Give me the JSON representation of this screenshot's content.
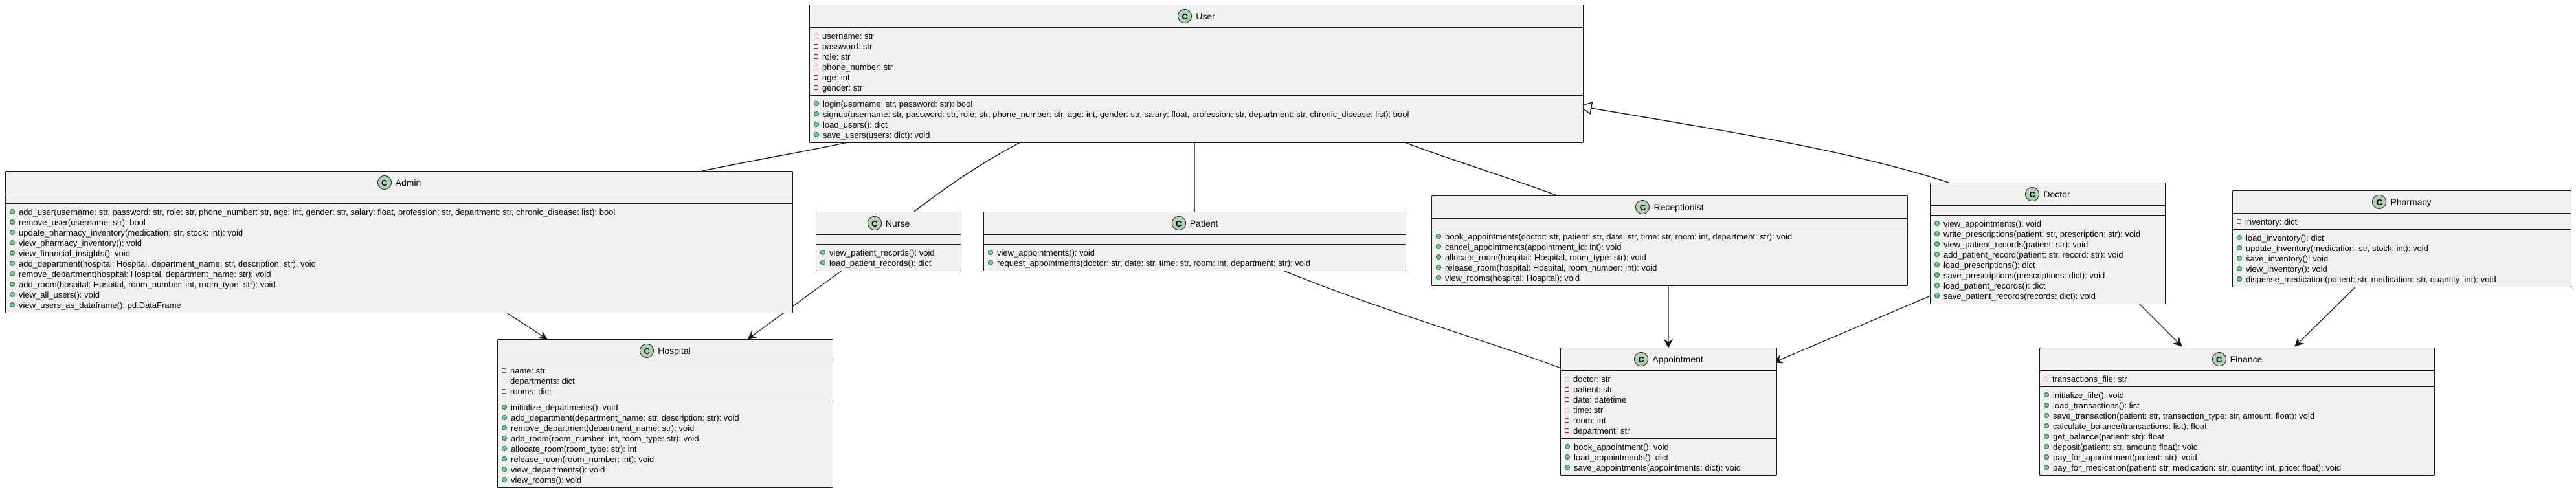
{
  "classes": {
    "user": {
      "name": "User",
      "stereotype": "C",
      "attributes": [
        {
          "vis": "private",
          "text": "username: str"
        },
        {
          "vis": "private",
          "text": "password: str"
        },
        {
          "vis": "private",
          "text": "role:  str"
        },
        {
          "vis": "private",
          "text": "phone_number: str"
        },
        {
          "vis": "private",
          "text": "age:  int"
        },
        {
          "vis": "private",
          "text": "gender:  str"
        }
      ],
      "methods": [
        {
          "vis": "public",
          "text": "login(username: str, password: str): bool"
        },
        {
          "vis": "public",
          "text": "signup(username: str, password: str, role: str, phone_number: str, age: int, gender: str, salary: float, profession: str, department: str, chronic_disease: list): bool"
        },
        {
          "vis": "public",
          "text": "load_users(): dict"
        },
        {
          "vis": "public",
          "text": "save_users(users: dict): void"
        }
      ]
    },
    "admin": {
      "name": "Admin",
      "stereotype": "C",
      "attributes": [],
      "methods": [
        {
          "vis": "public",
          "text": "add_user(username: str, password: str, role: str, phone_number: str, age: int, gender: str, salary: float, profession: str, department: str, chronic_disease: list): bool"
        },
        {
          "vis": "public",
          "text": "remove_user(username: str): bool"
        },
        {
          "vis": "public",
          "text": "update_pharmacy_inventory(medication: str, stock: int): void"
        },
        {
          "vis": "public",
          "text": "view_pharmacy_inventory(): void"
        },
        {
          "vis": "public",
          "text": "view_financial_insights(): void"
        },
        {
          "vis": "public",
          "text": "add_department(hospital: Hospital, department_name: str, description: str): void"
        },
        {
          "vis": "public",
          "text": "remove_department(hospital: Hospital, department_name: str): void"
        },
        {
          "vis": "public",
          "text": "add_room(hospital: Hospital, room_number: int, room_type: str): void"
        },
        {
          "vis": "public",
          "text": "view_all_users(): void"
        },
        {
          "vis": "public",
          "text": "view_users_as_dataframe(): pd.DataFrame"
        }
      ]
    },
    "nurse": {
      "name": "Nurse",
      "stereotype": "C",
      "attributes": [],
      "methods": [
        {
          "vis": "public",
          "text": "view_patient_records(): void"
        },
        {
          "vis": "public",
          "text": "load_patient_records(): dict"
        }
      ]
    },
    "patient": {
      "name": "Patient",
      "stereotype": "C",
      "attributes": [],
      "methods": [
        {
          "vis": "public",
          "text": "view_appointments(): void"
        },
        {
          "vis": "public",
          "text": "request_appointments(doctor: str, date: str, time: str, room: int, department: str): void"
        }
      ]
    },
    "receptionist": {
      "name": "Receptionist",
      "stereotype": "C",
      "attributes": [],
      "methods": [
        {
          "vis": "public",
          "text": "book_appointments(doctor: str, patient: str, date: str, time: str, room: int, department: str): void"
        },
        {
          "vis": "public",
          "text": "cancel_appointments(appointment_id: int): void"
        },
        {
          "vis": "public",
          "text": "allocate_room(hospital: Hospital, room_type: str): void"
        },
        {
          "vis": "public",
          "text": "release_room(hospital: Hospital, room_number: int): void"
        },
        {
          "vis": "public",
          "text": "view_rooms(hospital: Hospital): void"
        }
      ]
    },
    "doctor": {
      "name": "Doctor",
      "stereotype": "C",
      "attributes": [],
      "methods": [
        {
          "vis": "public",
          "text": "view_appointments(): void"
        },
        {
          "vis": "public",
          "text": "write_prescriptions(patient: str, prescription: str): void"
        },
        {
          "vis": "public",
          "text": "view_patient_records(patient: str): void"
        },
        {
          "vis": "public",
          "text": "add_patient_record(patient: str, record: str): void"
        },
        {
          "vis": "public",
          "text": "load_prescriptions(): dict"
        },
        {
          "vis": "public",
          "text": "save_prescriptions(prescriptions: dict): void"
        },
        {
          "vis": "public",
          "text": "load_patient_records(): dict"
        },
        {
          "vis": "public",
          "text": "save_patient_records(records: dict): void"
        }
      ]
    },
    "pharmacy": {
      "name": "Pharmacy",
      "stereotype": "C",
      "attributes": [
        {
          "vis": "private",
          "text": "inventory:  dict"
        }
      ],
      "methods": [
        {
          "vis": "public",
          "text": "load_inventory(): dict"
        },
        {
          "vis": "public",
          "text": "update_inventory(medication: str, stock: int): void"
        },
        {
          "vis": "public",
          "text": "save_inventory(): void"
        },
        {
          "vis": "public",
          "text": "view_inventory(): void"
        },
        {
          "vis": "public",
          "text": "dispense_medication(patient: str, medication: str, quantity: int): void"
        }
      ]
    },
    "hospital": {
      "name": "Hospital",
      "stereotype": "C",
      "attributes": [
        {
          "vis": "private",
          "text": "name:  str"
        },
        {
          "vis": "private",
          "text": "departments:  dict"
        },
        {
          "vis": "private",
          "text": "rooms:  dict"
        }
      ],
      "methods": [
        {
          "vis": "public",
          "text": "initialize_departments(): void"
        },
        {
          "vis": "public",
          "text": "add_department(department_name: str, description: str): void"
        },
        {
          "vis": "public",
          "text": "remove_department(department_name: str): void"
        },
        {
          "vis": "public",
          "text": "add_room(room_number: int, room_type: str): void"
        },
        {
          "vis": "public",
          "text": "allocate_room(room_type: str): int"
        },
        {
          "vis": "public",
          "text": "release_room(room_number: int): void"
        },
        {
          "vis": "public",
          "text": "view_departments(): void"
        },
        {
          "vis": "public",
          "text": "view_rooms(): void"
        }
      ]
    },
    "appointment": {
      "name": "Appointment",
      "stereotype": "C",
      "attributes": [
        {
          "vis": "private",
          "text": "doctor:  str"
        },
        {
          "vis": "private",
          "text": "patient:  str"
        },
        {
          "vis": "private",
          "text": "date:  datetime"
        },
        {
          "vis": "private",
          "text": "time:  str"
        },
        {
          "vis": "private",
          "text": "room:  int"
        },
        {
          "vis": "private",
          "text": "department:  str"
        }
      ],
      "methods": [
        {
          "vis": "public",
          "text": "book_appointment(): void"
        },
        {
          "vis": "public",
          "text": "load_appointments(): dict"
        },
        {
          "vis": "public",
          "text": "save_appointments(appointments: dict): void"
        }
      ]
    },
    "finance": {
      "name": "Finance",
      "stereotype": "C",
      "attributes": [
        {
          "vis": "private",
          "text": "transactions_file:  str"
        }
      ],
      "methods": [
        {
          "vis": "public",
          "text": "initialize_file(): void"
        },
        {
          "vis": "public",
          "text": "load_transactions(): list"
        },
        {
          "vis": "public",
          "text": "save_transaction(patient: str, transaction_type: str, amount: float): void"
        },
        {
          "vis": "public",
          "text": "calculate_balance(transactions: list): float"
        },
        {
          "vis": "public",
          "text": "get_balance(patient: str): float"
        },
        {
          "vis": "public",
          "text": "deposit(patient: str, amount: float): void"
        },
        {
          "vis": "public",
          "text": "pay_for_appointment(patient: str): void"
        },
        {
          "vis": "public",
          "text": "pay_for_medication(patient: str, medication: str, quantity: int, price: float): void"
        }
      ]
    }
  },
  "relations": [
    {
      "type": "inheritance",
      "from": "admin",
      "to": "user"
    },
    {
      "type": "inheritance",
      "from": "nurse",
      "to": "user"
    },
    {
      "type": "inheritance",
      "from": "patient",
      "to": "user"
    },
    {
      "type": "inheritance",
      "from": "receptionist",
      "to": "user"
    },
    {
      "type": "inheritance",
      "from": "doctor",
      "to": "user"
    },
    {
      "type": "association",
      "from": "admin",
      "to": "hospital"
    },
    {
      "type": "association",
      "from": "nurse",
      "to": "hospital"
    },
    {
      "type": "association",
      "from": "patient",
      "to": "appointment"
    },
    {
      "type": "association",
      "from": "receptionist",
      "to": "appointment"
    },
    {
      "type": "association",
      "from": "doctor",
      "to": "appointment"
    },
    {
      "type": "association",
      "from": "doctor",
      "to": "finance"
    },
    {
      "type": "association",
      "from": "pharmacy",
      "to": "finance"
    }
  ],
  "colors": {
    "box_fill": "#f1f1f1",
    "border": "#181818",
    "class_circle": "#add1b2",
    "private_marker": "#c82930",
    "public_marker": "#84be84"
  }
}
